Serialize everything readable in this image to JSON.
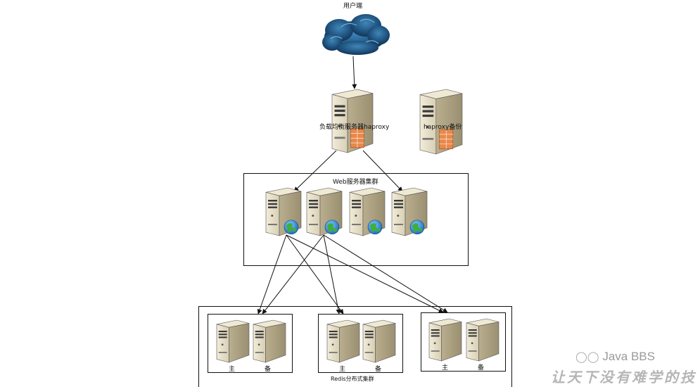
{
  "client": {
    "label": "用户端"
  },
  "load_balancer": {
    "label": "负载均衡服务器haproxy"
  },
  "backup": {
    "label": "haproxy备份"
  },
  "web_cluster": {
    "label": "Web服务器集群",
    "servers": 4
  },
  "redis_cluster": {
    "label": "Redis分布式集群",
    "groups": [
      {
        "master": "主",
        "slave": "备"
      },
      {
        "master": "主",
        "slave": "备"
      },
      {
        "master": "主",
        "slave": "备"
      }
    ]
  },
  "watermark": {
    "brand": "Java BBS",
    "slogan": "让天下没有难学的技"
  }
}
